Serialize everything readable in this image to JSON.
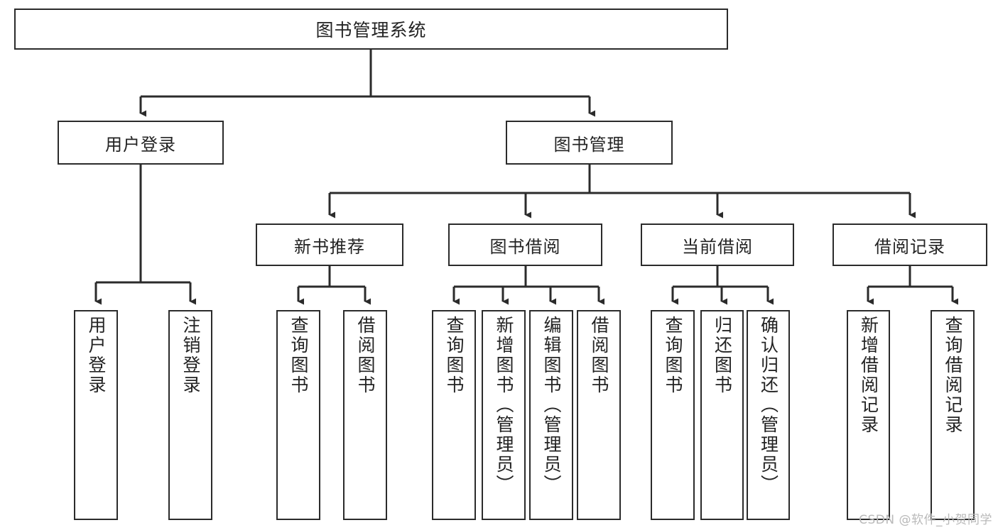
{
  "diagram": {
    "title": "图书管理系统",
    "type": "tree-hierarchy",
    "root": {
      "label": "图书管理系统"
    },
    "level2": [
      {
        "label": "用户登录"
      },
      {
        "label": "图书管理"
      }
    ],
    "level3": [
      {
        "label": "新书推荐"
      },
      {
        "label": "图书借阅"
      },
      {
        "label": "当前借阅"
      },
      {
        "label": "借阅记录"
      }
    ],
    "leaves": [
      {
        "label": "用户登录",
        "parent": "用户登录"
      },
      {
        "label": "注销登录",
        "parent": "用户登录"
      },
      {
        "label": "查询图书",
        "parent": "新书推荐"
      },
      {
        "label": "借阅图书",
        "parent": "新书推荐"
      },
      {
        "label": "查询图书",
        "parent": "图书借阅"
      },
      {
        "label": "新增图书（管理员）",
        "parent": "图书借阅"
      },
      {
        "label": "编辑图书（管理员）",
        "parent": "图书借阅"
      },
      {
        "label": "借阅图书",
        "parent": "图书借阅"
      },
      {
        "label": "查询图书",
        "parent": "当前借阅"
      },
      {
        "label": "归还图书",
        "parent": "当前借阅"
      },
      {
        "label": "确认归还（管理员）",
        "parent": "当前借阅"
      },
      {
        "label": "新增借阅记录",
        "parent": "借阅记录"
      },
      {
        "label": "查询借阅记录",
        "parent": "借阅记录"
      }
    ]
  },
  "watermark": {
    "text": "CSDN @软件_小贺同学"
  },
  "colors": {
    "stroke": "#2b2b2b",
    "background": "#ffffff",
    "text": "#232323",
    "watermark": "#b9b9b9"
  }
}
